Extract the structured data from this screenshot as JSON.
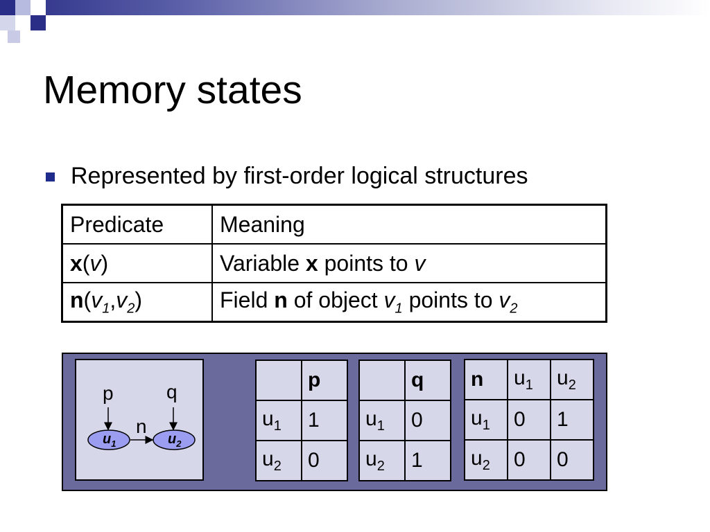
{
  "slide": {
    "title": "Memory states",
    "bullet": "Represented by first-order logical structures"
  },
  "predicate_table": {
    "headers": [
      "Predicate",
      "Meaning"
    ],
    "rows": [
      {
        "pred_bold": "x",
        "pred_open": "(",
        "pred_v": "v",
        "pred_close": ")",
        "mean_a": "Variable ",
        "mean_bold": "x",
        "mean_b": " points to ",
        "mean_v": "v"
      },
      {
        "pred_bold": "n",
        "pred_open": "(",
        "pred_v1": "v",
        "pred_v1_sub": "1",
        "comma": ",",
        "pred_v2": "v",
        "pred_v2_sub": "2",
        "pred_close": ")",
        "mean_a": "Field ",
        "mean_bold": "n",
        "mean_b": " of object ",
        "mean_v1": "v",
        "mean_v1_sub": "1",
        "mean_c": " points to ",
        "mean_v2": "v",
        "mean_v2_sub": "2"
      }
    ]
  },
  "graph": {
    "var_p": "p",
    "var_q": "q",
    "edge_n": "n",
    "node1": "u",
    "node1_sub": "1",
    "node2": "u",
    "node2_sub": "2"
  },
  "p_table": {
    "header": [
      "",
      "p"
    ],
    "rows": [
      {
        "obj": "u",
        "sub": "1",
        "val": "1"
      },
      {
        "obj": "u",
        "sub": "2",
        "val": "0"
      }
    ]
  },
  "q_table": {
    "header": [
      "",
      "q"
    ],
    "rows": [
      {
        "obj": "u",
        "sub": "1",
        "val": "0"
      },
      {
        "obj": "u",
        "sub": "2",
        "val": "1"
      }
    ]
  },
  "n_table": {
    "header": {
      "label": "n",
      "c1": "u",
      "c1_sub": "1",
      "c2": "u",
      "c2_sub": "2"
    },
    "rows": [
      {
        "obj": "u",
        "sub": "1",
        "v1": "0",
        "v2": "1"
      },
      {
        "obj": "u",
        "sub": "2",
        "v1": "0",
        "v2": "0"
      }
    ]
  },
  "colors": {
    "bullet": "#1f2c8c",
    "panel": "#6a6a9c",
    "cell": "#d7d7ea",
    "node": "#9b9ef0"
  }
}
